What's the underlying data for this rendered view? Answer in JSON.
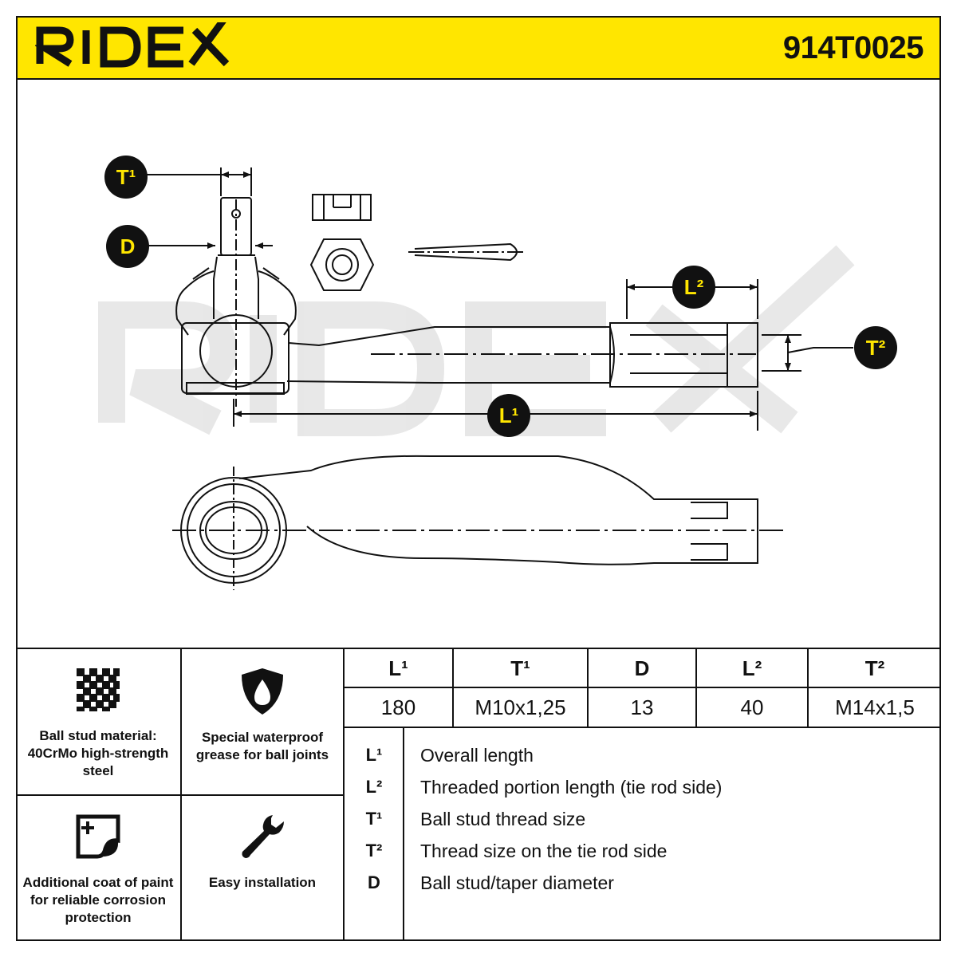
{
  "header": {
    "brand": "RIDEX",
    "part_number": "914T0025",
    "accent_color": "#ffe600"
  },
  "drawing": {
    "watermark": "RIDEX",
    "badges": {
      "t1": "T¹",
      "d": "D",
      "l2": "L²",
      "t2": "T²",
      "l1": "L¹"
    }
  },
  "features": [
    {
      "icon": "mesh-material-icon",
      "label": "Ball stud material: 40CrMo high-strength steel"
    },
    {
      "icon": "water-drop-shield-icon",
      "label": "Special waterproof grease for ball joints"
    },
    {
      "icon": "paint-coat-icon",
      "label": "Additional coat of paint for reliable corrosion protection"
    },
    {
      "icon": "wrench-icon",
      "label": "Easy installation"
    }
  ],
  "spec_table": {
    "headers": [
      "L¹",
      "T¹",
      "D",
      "L²",
      "T²"
    ],
    "values": [
      "180",
      "M10x1,25",
      "13",
      "40",
      "M14x1,5"
    ]
  },
  "legend": [
    {
      "symbol": "L¹",
      "description": "Overall length"
    },
    {
      "symbol": "L²",
      "description": "Threaded portion length (tie rod side)"
    },
    {
      "symbol": "T¹",
      "description": "Ball stud thread size"
    },
    {
      "symbol": "T²",
      "description": "Thread size on the tie rod side"
    },
    {
      "symbol": "D",
      "description": "Ball stud/taper diameter"
    }
  ]
}
